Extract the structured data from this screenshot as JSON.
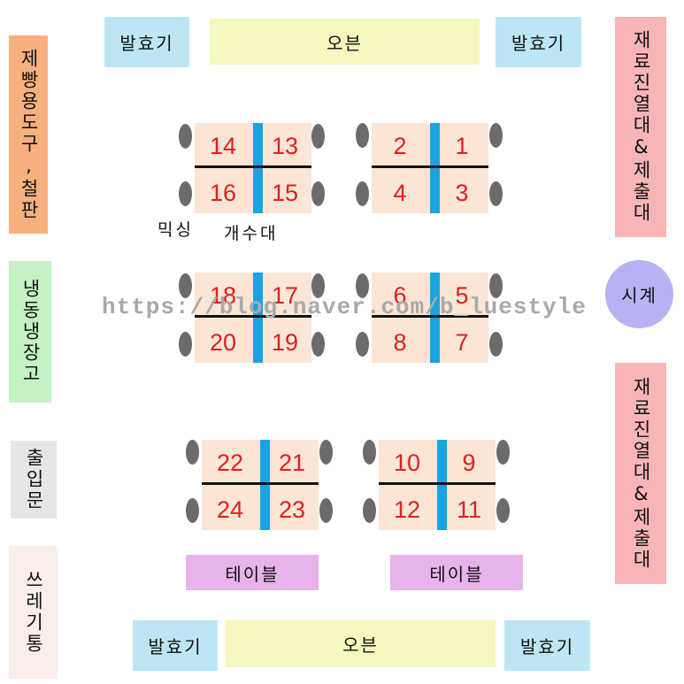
{
  "top": {
    "proofer_left": "발효기",
    "oven": "오븐",
    "proofer_right": "발효기"
  },
  "bottom": {
    "proofer_left": "발효기",
    "oven": "오븐",
    "proofer_right": "발효기"
  },
  "left": {
    "tools": "제빵용도구,철판",
    "fridge": "냉동냉장고",
    "door": "출입문",
    "trash": "쓰레기통"
  },
  "right": {
    "display_top": "재료진열대&제출대",
    "clock": "시계",
    "display_bottom": "재료진열대&제출대"
  },
  "labels": {
    "mixing": "믹싱",
    "sink": "개수대"
  },
  "side_tables": {
    "left": "테이블",
    "right": "테이블"
  },
  "watermark": "https://blog.naver.com/b_luestyle",
  "stations": [
    {
      "tl": "14",
      "tr": "13",
      "bl": "16",
      "br": "15"
    },
    {
      "tl": "2",
      "tr": "1",
      "bl": "4",
      "br": "3"
    },
    {
      "tl": "18",
      "tr": "17",
      "bl": "20",
      "br": "19"
    },
    {
      "tl": "6",
      "tr": "5",
      "bl": "8",
      "br": "7"
    },
    {
      "tl": "22",
      "tr": "21",
      "bl": "24",
      "br": "23"
    },
    {
      "tl": "10",
      "tr": "9",
      "bl": "12",
      "br": "11"
    }
  ],
  "colors": {
    "proofer": "#bde6f4",
    "oven": "#f5f7bf",
    "tools": "#f9b07f",
    "fridge": "#c4f2c4",
    "door": "#e6e6e6",
    "trash": "#fbeee9",
    "display": "#f7b5b8",
    "clock": "#b7b3f3",
    "side_table": "#e7b3ea",
    "station": "#fbe5d5",
    "number": "#e02020",
    "divider": "#1aa3e0"
  }
}
